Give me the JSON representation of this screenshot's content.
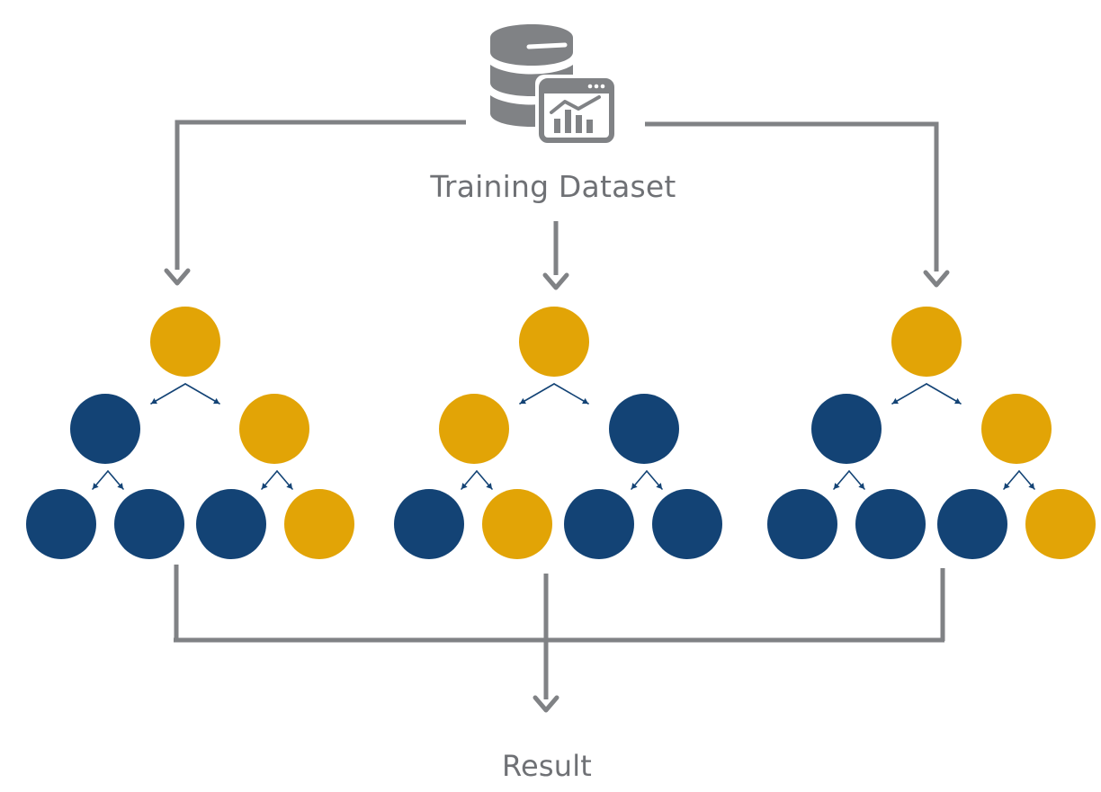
{
  "diagram": {
    "source_label": "Training Dataset",
    "output_label": "Result",
    "colors": {
      "connector": "#808285",
      "node_gold": "#E2A406",
      "node_navy": "#134375",
      "branch_arrow": "#134375",
      "icon_gray": "#808285",
      "text": "#6F7175"
    },
    "trees": [
      {
        "name": "tree-1",
        "root": "gold",
        "level2": [
          "navy",
          "gold"
        ],
        "leaves": [
          "navy",
          "navy",
          "navy",
          "gold"
        ]
      },
      {
        "name": "tree-2",
        "root": "gold",
        "level2": [
          "gold",
          "navy"
        ],
        "leaves": [
          "navy",
          "gold",
          "navy",
          "navy"
        ]
      },
      {
        "name": "tree-3",
        "root": "gold",
        "level2": [
          "navy",
          "gold"
        ],
        "leaves": [
          "navy",
          "navy",
          "navy",
          "gold"
        ]
      }
    ]
  }
}
